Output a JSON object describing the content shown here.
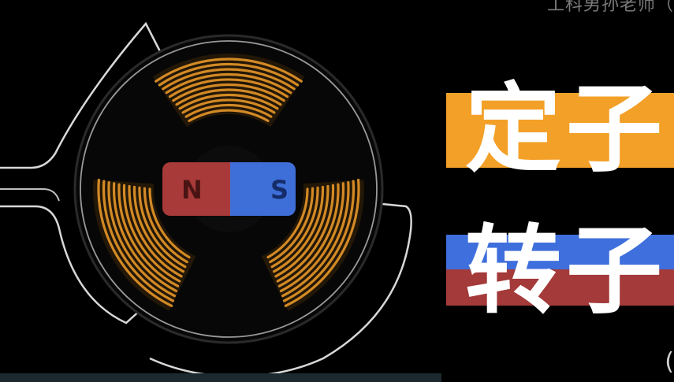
{
  "watermark": "工科男孙老师（",
  "rotor_magnet": {
    "north_label": "N",
    "south_label": "S"
  },
  "labels": {
    "stator": "定子",
    "rotor": "转子"
  },
  "trailing_char": "(",
  "colors": {
    "background": "#000000",
    "coil": "#d38a25",
    "north": "#a83a3a",
    "south": "#3e6fd8",
    "stator_bar": "#f3a028",
    "rotor_bar_top": "#3f6fdc",
    "rotor_bar_bottom": "#a43a3a",
    "wire": "#e6e6e6"
  }
}
